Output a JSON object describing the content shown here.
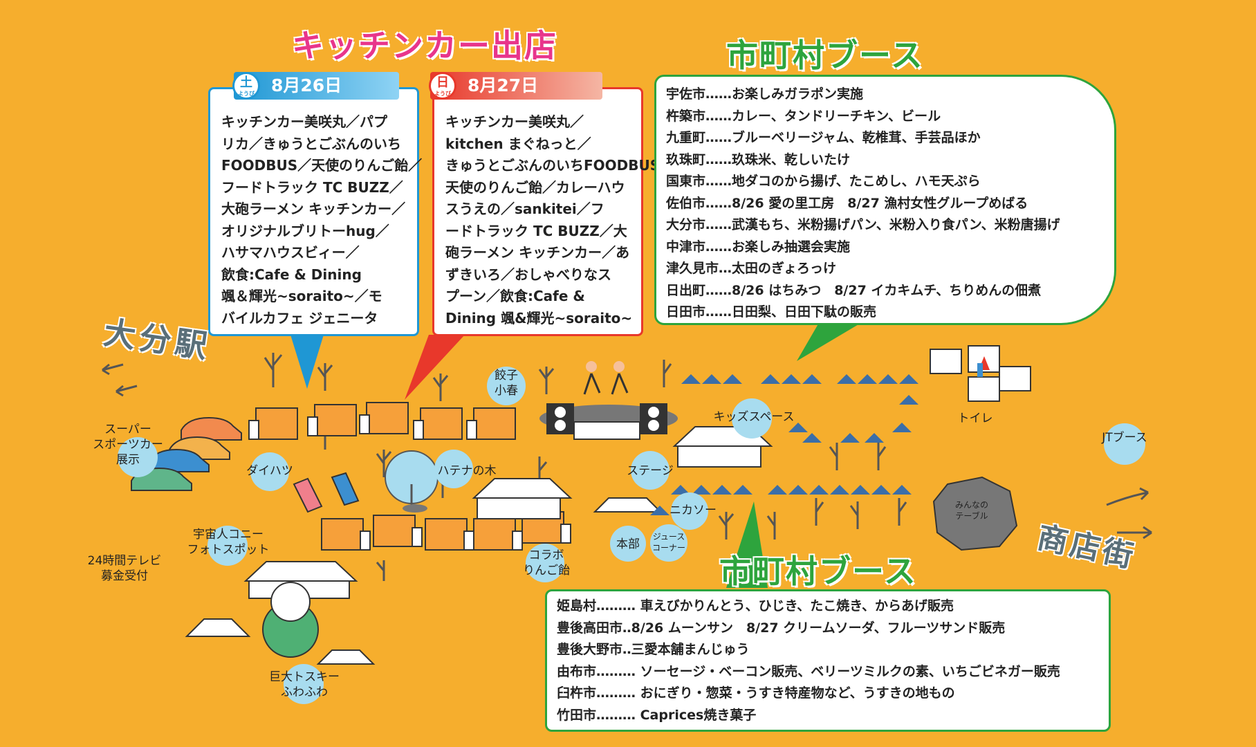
{
  "kitchen_car": {
    "heading": "キッチンカー出店",
    "day1": {
      "kanji": "土",
      "yobi": "ようび",
      "date": "8月26日",
      "text": "キッチンカー美咲丸／パプ\nリカ／きゅうとごぶんのいち\nFOODBUS／天使のりんご飴／\nフードトラック TC BUZZ／\n大砲ラーメン キッチンカー／\nオリジナルブリトーhug／\nハサマハウスビィー／\n飲食:Cafe & Dining\n颯＆輝光~soraito~／モ\nバイルカフェ ジェニータ"
    },
    "day2": {
      "kanji": "日",
      "yobi": "ようび",
      "date": "8月27日",
      "text": "キッチンカー美咲丸／\nkitchen まぐねっと／\nきゅうとごぶんのいちFOODBUS／\n天使のりんご飴／カレーハウ\nスうえの／sankitei／フ\nードトラック TC BUZZ／大\n砲ラーメン キッチンカー／あ\nずきいろ／おしゃべりなス\nプーン／飲食:Cafe &\nDining 颯&輝光~soraito~"
    }
  },
  "booths_top": {
    "heading": "市町村ブース",
    "rows": [
      "宇佐市……お楽しみガラポン実施",
      "杵築市……カレー、タンドリーチキン、ビール",
      "九重町……ブルーベリージャム、乾椎茸、手芸品ほか",
      "玖珠町……玖珠米、乾しいたけ",
      "国東市……地ダコのから揚げ、たこめし、ハモ天ぷら",
      "佐伯市……8/26 愛の里工房　8/27 漁村女性グループめばる",
      "大分市……武漢もち、米粉揚げパン、米粉入り食パン、米粉唐揚げ",
      "中津市……お楽しみ抽選会実施",
      "津久見市…太田のぎょろっけ",
      "日出町……8/26 はちみつ　8/27 イカキムチ、ちりめんの佃煮",
      "日田市……日田梨、日田下駄の販売"
    ]
  },
  "booths_bottom": {
    "heading": "市町村ブース",
    "rows": [
      "姫島村……… 車えびかりんとう、ひじき、たこ焼き、からあげ販売",
      "豊後高田市‥8/26 ムーンサン　8/27 クリームソーダ、フルーツサンド販売",
      "豊後大野市‥三愛本舗まんじゅう",
      "由布市……… ソーセージ・ベーコン販売、ベリーツミルクの素、いちごビネガー販売",
      "臼杵市……… おにぎり・惣菜・うすき特産物など、うすきの地もの",
      "竹田市……… Caprices焼き菓子"
    ]
  },
  "map": {
    "station": "大分駅",
    "shopping_street": "商店街",
    "labels": {
      "gyoza": "餃子\n小春",
      "kids": "キッズスペース",
      "toilet": "トイレ",
      "jt": "JTブース",
      "supercar": "スーパー\nスポーツカー\n展示",
      "daihatsu": "ダイハツ",
      "hatena": "ハテナの木",
      "stage": "ステージ",
      "nikaso": "ニカソー",
      "table": "みんなの\nテーブル",
      "conny": "宇宙人コニー\nフォトスポット",
      "tv24": "24時間テレビ\n募金受付",
      "honbu": "本部",
      "juice": "ジュース\nコーナー",
      "collabo": "コラボ\nりんご飴",
      "tosky": "巨大トスキー\nふわふわ"
    }
  },
  "colors": {
    "background": "#f6ae2d",
    "pink": "#e8358b",
    "green": "#2ea43d",
    "blue": "#1f97d4",
    "red": "#e8382b",
    "bubble": "#a8dcef"
  }
}
